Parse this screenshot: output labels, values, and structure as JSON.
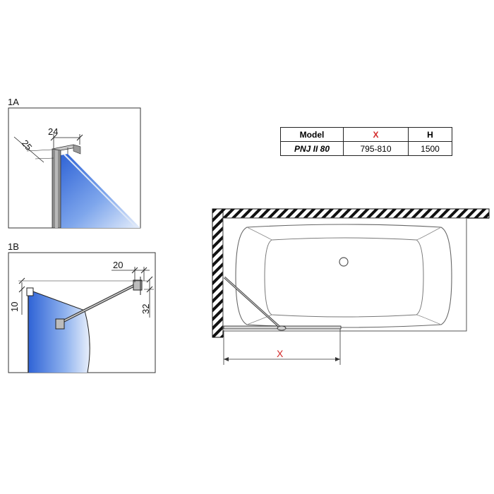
{
  "detail_1a": {
    "label": "1A",
    "dim_width": "24",
    "dim_depth": "25"
  },
  "detail_1b": {
    "label": "1B",
    "dim_horizontal": "20",
    "dim_left_vertical": "10",
    "dim_right_vertical": "32"
  },
  "spec_table": {
    "headers": [
      "Model",
      "X",
      "H"
    ],
    "rows": [
      [
        "PNJ II 80",
        "795-810",
        "1500"
      ]
    ]
  },
  "plan_view": {
    "dimension_label": "X"
  },
  "colors": {
    "glass_blue": "#3f6fd8",
    "dimension_red": "#d42b2b",
    "line_dark": "#222222"
  }
}
